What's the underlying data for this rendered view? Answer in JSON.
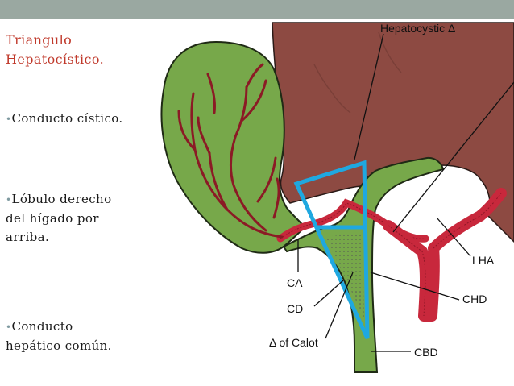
{
  "slide": {
    "title_line1": "Triangulo",
    "title_line2": "Hepatocístico.",
    "bullet_glyph": "•",
    "item1": "Conducto cístico.",
    "item2_line1": "Lóbulo derecho",
    "item2_line2": "del hígado por",
    "item2_line3": "arriba.",
    "item3_line1": "Conducto",
    "item3_line2": "hepático común."
  },
  "diagram": {
    "labels": {
      "hepatocystic": "Hepatocystic Δ",
      "ca": "CA",
      "cd": "CD",
      "calot": "Δ of Calot",
      "chd": "CHD",
      "cbd": "CBD",
      "lha": "LHA"
    },
    "colors": {
      "topbar": "#9aa8a1",
      "liver": "#8d4a42",
      "gallbladder": "#77a84a",
      "artery": "#c8283c",
      "triangle": "#1fa8e0",
      "title_text": "#c0392b"
    }
  }
}
